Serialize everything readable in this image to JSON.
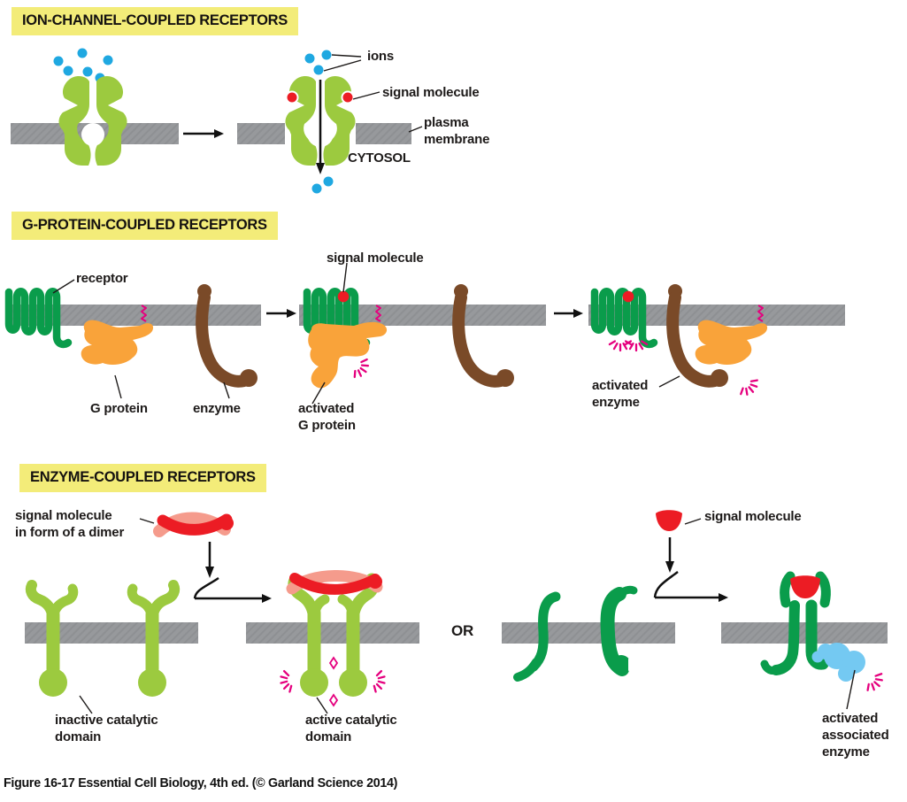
{
  "figure": {
    "caption": "Figure 16-17  Essential Cell Biology, 4th ed. (© Garland Science 2014)"
  },
  "palette": {
    "highlight_yellow": "#f3ec79",
    "membrane_gray": "#97999c",
    "light_green": "#9cca3f",
    "dark_green": "#0a9c4b",
    "ion_blue": "#1fa8e1",
    "signal_red": "#ec1c24",
    "g_protein_orange": "#f9a33a",
    "enzyme_brown": "#7a4a28",
    "activation_magenta": "#e5007e",
    "dimer_salmon": "#f59b8c",
    "enzyme_light_blue": "#74c9f2",
    "label_black": "#1d1a19"
  },
  "sections": {
    "ion_channel": {
      "title": "ION-CHANNEL-COUPLED RECEPTORS",
      "labels": {
        "ions": "ions",
        "signal_molecule": "signal molecule",
        "plasma_membrane": "plasma\nmembrane",
        "cytosol": "CYTOSOL"
      }
    },
    "g_protein": {
      "title": "G-PROTEIN-COUPLED RECEPTORS",
      "labels": {
        "receptor": "receptor",
        "g_protein": "G protein",
        "enzyme": "enzyme",
        "signal_molecule": "signal molecule",
        "activated_g_protein": "activated\nG protein",
        "activated_enzyme": "activated\nenzyme"
      }
    },
    "enzyme_coupled": {
      "title": "ENZYME-COUPLED RECEPTORS",
      "labels": {
        "signal_dimer": "signal molecule\nin form of a dimer",
        "inactive_domain": "inactive catalytic\ndomain",
        "active_domain": "active catalytic\ndomain",
        "or": "OR",
        "signal_molecule": "signal molecule",
        "activated_associated_enzyme": "activated\nassociated\nenzyme"
      }
    }
  }
}
